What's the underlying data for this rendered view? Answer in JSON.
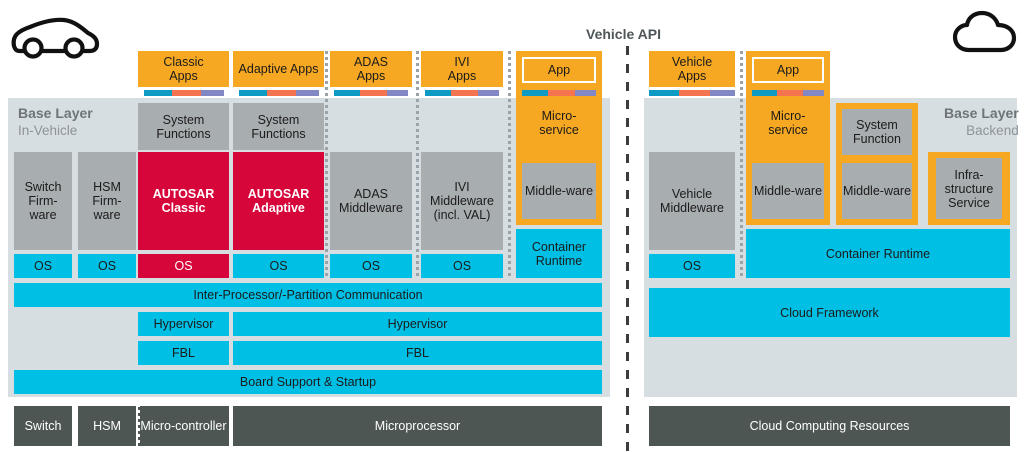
{
  "title": "Vehicle API",
  "icons": {
    "left": "car-icon",
    "right": "cloud-icon"
  },
  "colors": {
    "orange": "#f7a823",
    "cyan": "#00bfe4",
    "red": "#d6063b",
    "gray": "#a8adb0",
    "light_gray": "#d7dee1",
    "dark_gray": "#4d5653",
    "api_bar_1": "#0d9bc4",
    "api_bar_2": "#f4744f",
    "api_bar_3": "#8288c4"
  },
  "left_panel": {
    "layer_title": "Base Layer",
    "layer_subtitle": "In-Vehicle",
    "apps": [
      {
        "label": "Classic\nApps"
      },
      {
        "label": "Adaptive Apps"
      },
      {
        "label": "ADAS\nApps"
      },
      {
        "label": "IVI\nApps"
      },
      {
        "label": "App"
      }
    ],
    "system_functions": [
      {
        "label": "System\nFunctions"
      },
      {
        "label": "System\nFunctions"
      }
    ],
    "firmware": [
      {
        "label": "Switch\nFirm-\nware"
      },
      {
        "label": "HSM\nFirm-\nware"
      }
    ],
    "middleware": [
      {
        "label": "AUTOSAR",
        "sub": "Classic"
      },
      {
        "label": "AUTOSAR",
        "sub": "Adaptive"
      },
      {
        "label": "ADAS\nMiddleware"
      },
      {
        "label": "IVI\nMiddleware\n(incl. VAL)"
      }
    ],
    "microservice": {
      "label": "Micro-\nservice",
      "inner": "Middle-ware"
    },
    "os_row": [
      "OS",
      "OS",
      "OS",
      "OS",
      "OS",
      "OS"
    ],
    "container_runtime": "Container\nRuntime",
    "ipc": "Inter-Processor/-Partition Communication",
    "hypervisors": [
      "Hypervisor",
      "Hypervisor"
    ],
    "fbl": [
      "FBL",
      "FBL"
    ],
    "board_support": "Board Support & Startup",
    "hardware": [
      "Switch",
      "HSM",
      "Micro-controller",
      "Microprocessor"
    ]
  },
  "right_panel": {
    "layer_title": "Base Layer",
    "layer_subtitle": "Backend",
    "apps": [
      {
        "label": "Vehicle\nApps"
      },
      {
        "label": "App"
      }
    ],
    "vehicle_middleware": "Vehicle\nMiddleware",
    "microservice": {
      "label": "Micro-\nservice",
      "inner": "Middle-ware"
    },
    "system_function": {
      "label": "System\nFunction",
      "inner": "Middle-ware"
    },
    "infrastructure_service": "Infra-\nstructure\nService",
    "os": "OS",
    "container_runtime": "Container Runtime",
    "cloud_framework": "Cloud Framework",
    "hardware": [
      "Cloud Computing Resources"
    ]
  }
}
